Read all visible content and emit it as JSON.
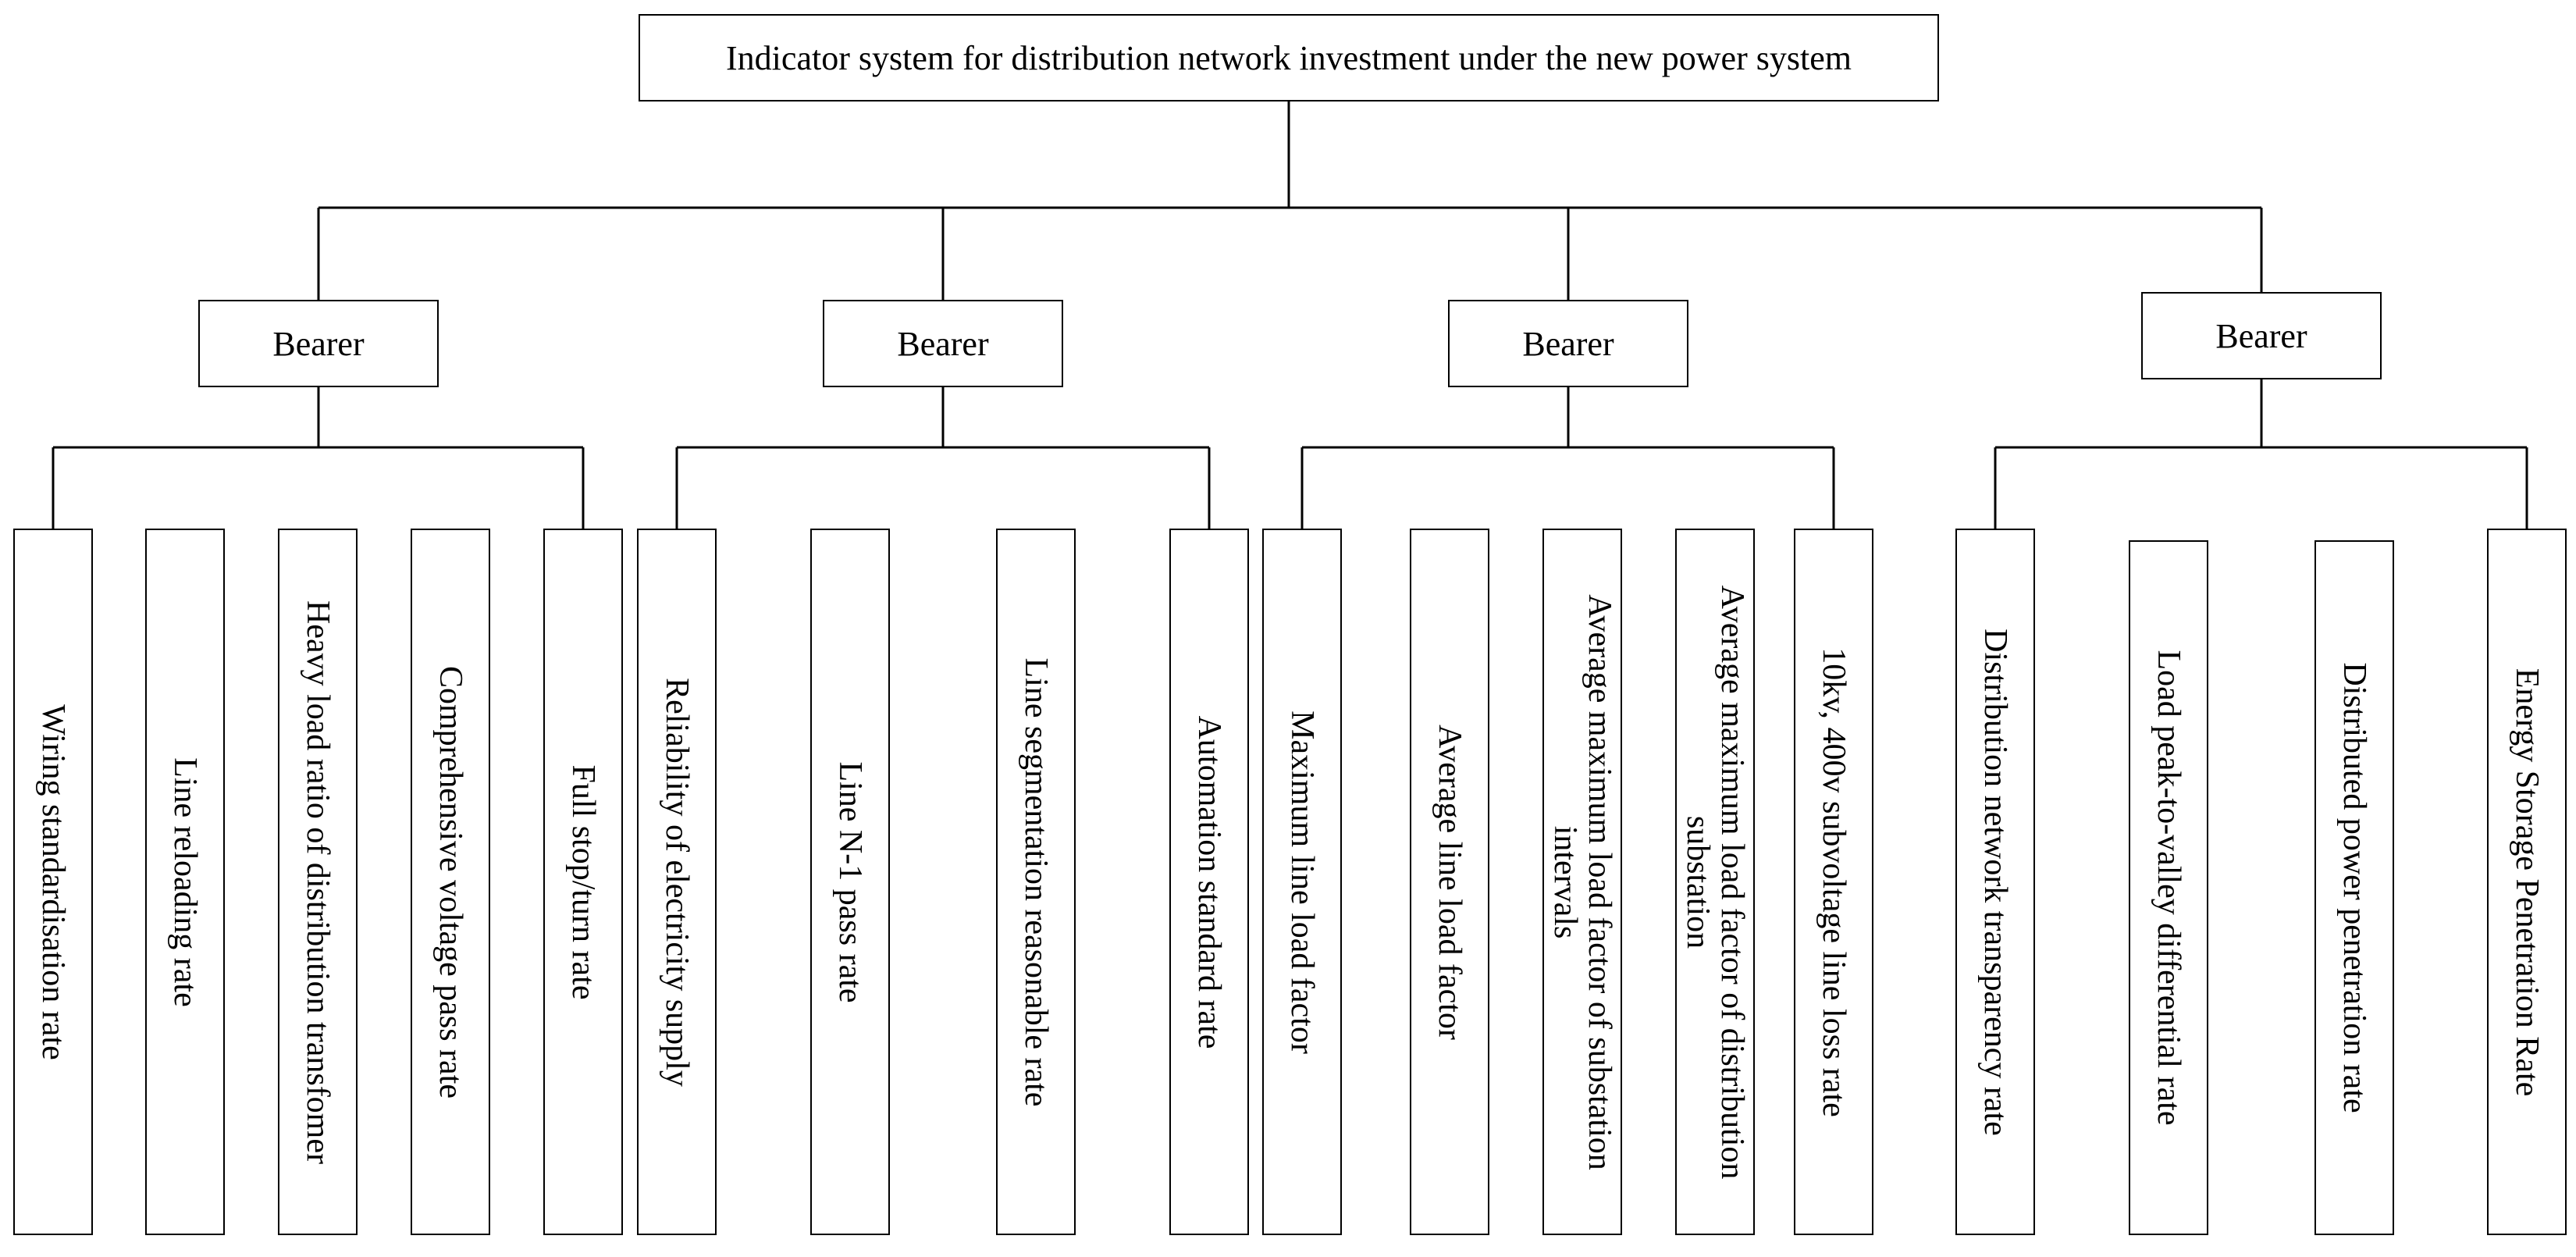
{
  "root": {
    "label": "Indicator system for distribution network investment under the new power system"
  },
  "groups": [
    {
      "label": "Bearer",
      "leaves": [
        "Wiring standardisation rate",
        "Line reloading rate",
        "Heavy load ratio of distribution transfomer",
        "Comprehensive voltage pass rate",
        "Full stop/turn rate"
      ]
    },
    {
      "label": "Bearer",
      "leaves": [
        "Reliability of electricity supply",
        "Line N-1 pass rate",
        "Line segmentation reasonable rate",
        "Automation standard rate"
      ]
    },
    {
      "label": "Bearer",
      "leaves": [
        "Maximum line load factor",
        "Average line load factor",
        "Average maximum load factor of substation intervals",
        "Average maximum load factor of distribution substation",
        "10kv, 400v subvoltage line loss rate"
      ]
    },
    {
      "label": "Bearer",
      "leaves": [
        "Distribution network transparency rate",
        "Load peak-to-valley differential rate",
        "Distributed power penetration rate",
        "Energy Storage Penetration Rate"
      ]
    }
  ]
}
